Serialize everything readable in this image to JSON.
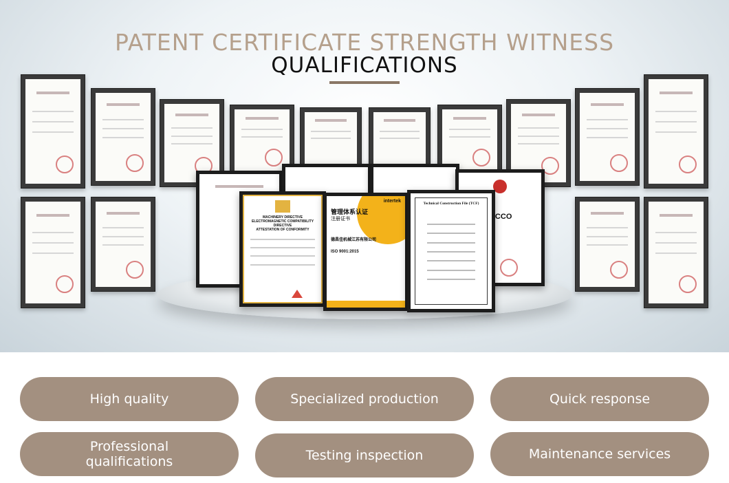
{
  "header": {
    "title_line1": "PATENT CERTIFICATE STRENGTH WITNESS",
    "title_line2": "QUALIFICATIONS"
  },
  "colors": {
    "accent": "#a39080",
    "title_line1": "#b5a08c",
    "title_line2": "#111111",
    "underline": "#8a7766"
  },
  "certificates": {
    "front": [
      {
        "heading": "MACHINERY DIRECTIVE\nELECTROMAGNETIC COMPATIBILITY DIRECTIVE\nATTESTATION OF CONFORMITY"
      },
      {
        "heading": "管理体系认证",
        "subheading": "注册证书",
        "brand": "intertek",
        "standard": "ISO 9001:2015",
        "company": "德昌佳机械江苏有限公司"
      },
      {
        "heading": "Technical Construction File (TCF)"
      },
      {
        "heading": "ECCO"
      }
    ]
  },
  "features": [
    {
      "label": "High quality"
    },
    {
      "label": "Specialized production"
    },
    {
      "label": "Quick response"
    },
    {
      "label": "Professional\nqualifications"
    },
    {
      "label": "Testing inspection"
    },
    {
      "label": "Maintenance services"
    }
  ]
}
